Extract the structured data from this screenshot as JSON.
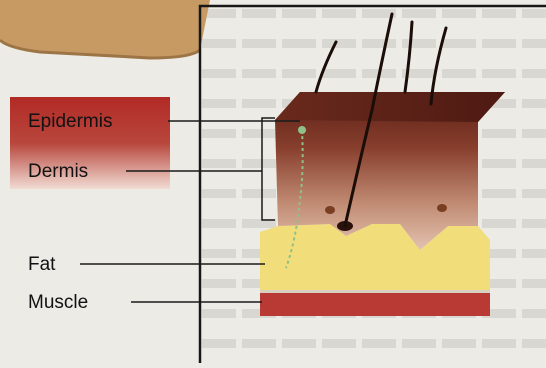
{
  "figure": {
    "labels": {
      "epidermis": "Epidermis",
      "dermis": "Dermis",
      "fat": "Fat",
      "muscle": "Muscle"
    },
    "colors": {
      "epidermis": "#5e2418",
      "dermis": "#a8604a",
      "fat": "#f1dd7a",
      "muscle": "#b93a34",
      "card_red": "#b3302c",
      "hair": "#1b0d08",
      "nerve": "#8fc08a"
    }
  }
}
